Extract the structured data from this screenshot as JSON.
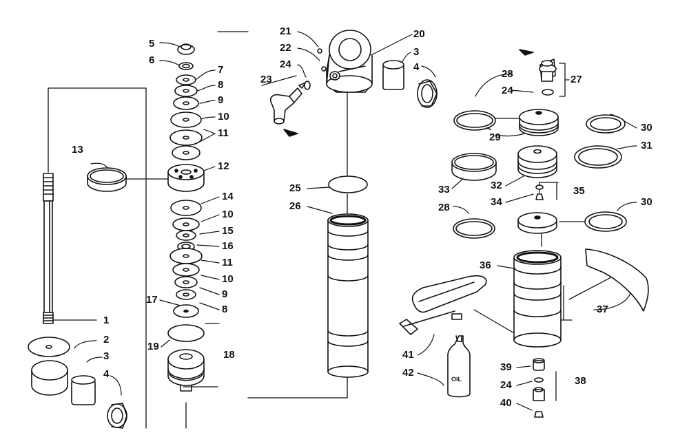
{
  "diagram": {
    "oil_label": "OIL",
    "labels": [
      {
        "id": "l5a",
        "text": "5"
      },
      {
        "id": "l6",
        "text": "6"
      },
      {
        "id": "l7",
        "text": "7"
      },
      {
        "id": "l8a",
        "text": "8"
      },
      {
        "id": "l9a",
        "text": "9"
      },
      {
        "id": "l10a",
        "text": "10"
      },
      {
        "id": "l11a",
        "text": "11"
      },
      {
        "id": "l12",
        "text": "12"
      },
      {
        "id": "l13",
        "text": "13"
      },
      {
        "id": "l14",
        "text": "14"
      },
      {
        "id": "l10b",
        "text": "10"
      },
      {
        "id": "l15",
        "text": "15"
      },
      {
        "id": "l16",
        "text": "16"
      },
      {
        "id": "l11b",
        "text": "11"
      },
      {
        "id": "l10c",
        "text": "10"
      },
      {
        "id": "l9b",
        "text": "9"
      },
      {
        "id": "l8b",
        "text": "8"
      },
      {
        "id": "l17",
        "text": "17"
      },
      {
        "id": "l19",
        "text": "19"
      },
      {
        "id": "l18",
        "text": "18"
      },
      {
        "id": "l1",
        "text": "1"
      },
      {
        "id": "l2",
        "text": "2"
      },
      {
        "id": "l3a",
        "text": "3"
      },
      {
        "id": "l4a",
        "text": "4"
      },
      {
        "id": "l21",
        "text": "21"
      },
      {
        "id": "l22",
        "text": "22"
      },
      {
        "id": "l24a",
        "text": "24"
      },
      {
        "id": "l23",
        "text": "23"
      },
      {
        "id": "l20",
        "text": "20"
      },
      {
        "id": "l3b",
        "text": "3"
      },
      {
        "id": "l4b",
        "text": "4"
      },
      {
        "id": "l25",
        "text": "25"
      },
      {
        "id": "l26",
        "text": "26"
      },
      {
        "id": "l28a",
        "text": "28"
      },
      {
        "id": "l24b",
        "text": "24"
      },
      {
        "id": "l27",
        "text": "27"
      },
      {
        "id": "l29",
        "text": "29"
      },
      {
        "id": "l30a",
        "text": "30"
      },
      {
        "id": "l31",
        "text": "31"
      },
      {
        "id": "l33",
        "text": "33"
      },
      {
        "id": "l32",
        "text": "32"
      },
      {
        "id": "l35",
        "text": "35"
      },
      {
        "id": "l34",
        "text": "34"
      },
      {
        "id": "l28b",
        "text": "28"
      },
      {
        "id": "l30b",
        "text": "30"
      },
      {
        "id": "l36",
        "text": "36"
      },
      {
        "id": "l37",
        "text": "37"
      },
      {
        "id": "l41",
        "text": "41"
      },
      {
        "id": "l42",
        "text": "42"
      },
      {
        "id": "l39",
        "text": "39"
      },
      {
        "id": "l24c",
        "text": "24"
      },
      {
        "id": "l38",
        "text": "38"
      },
      {
        "id": "l40",
        "text": "40"
      }
    ]
  }
}
